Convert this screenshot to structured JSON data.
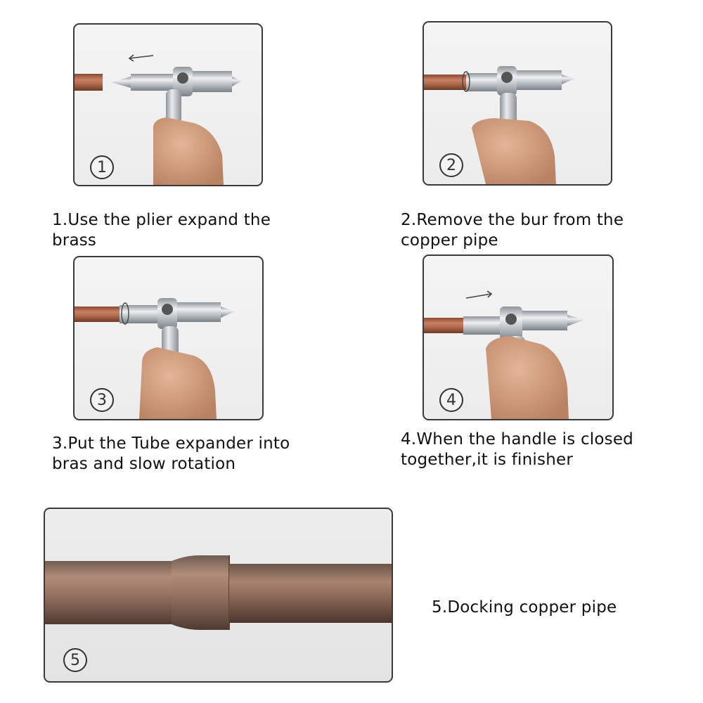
{
  "steps": [
    {
      "number": "1",
      "line1": "1.Use the plier expand the",
      "line2": "brass"
    },
    {
      "number": "2",
      "line1": "2.Remove the bur from the",
      "line2": "copper pipe"
    },
    {
      "number": "3",
      "line1": "3.Put the Tube expander into",
      "line2": "bras and slow rotation"
    },
    {
      "number": "4",
      "line1": "4.When the handle is closed",
      "line2": "together,it is finisher"
    },
    {
      "number": "5",
      "line1": "5.Docking copper pipe"
    }
  ],
  "colors": {
    "copper": "#b5623e",
    "steel": "#c9cdd2",
    "skin": "#d9a584",
    "frame": "#3a3a3a"
  }
}
